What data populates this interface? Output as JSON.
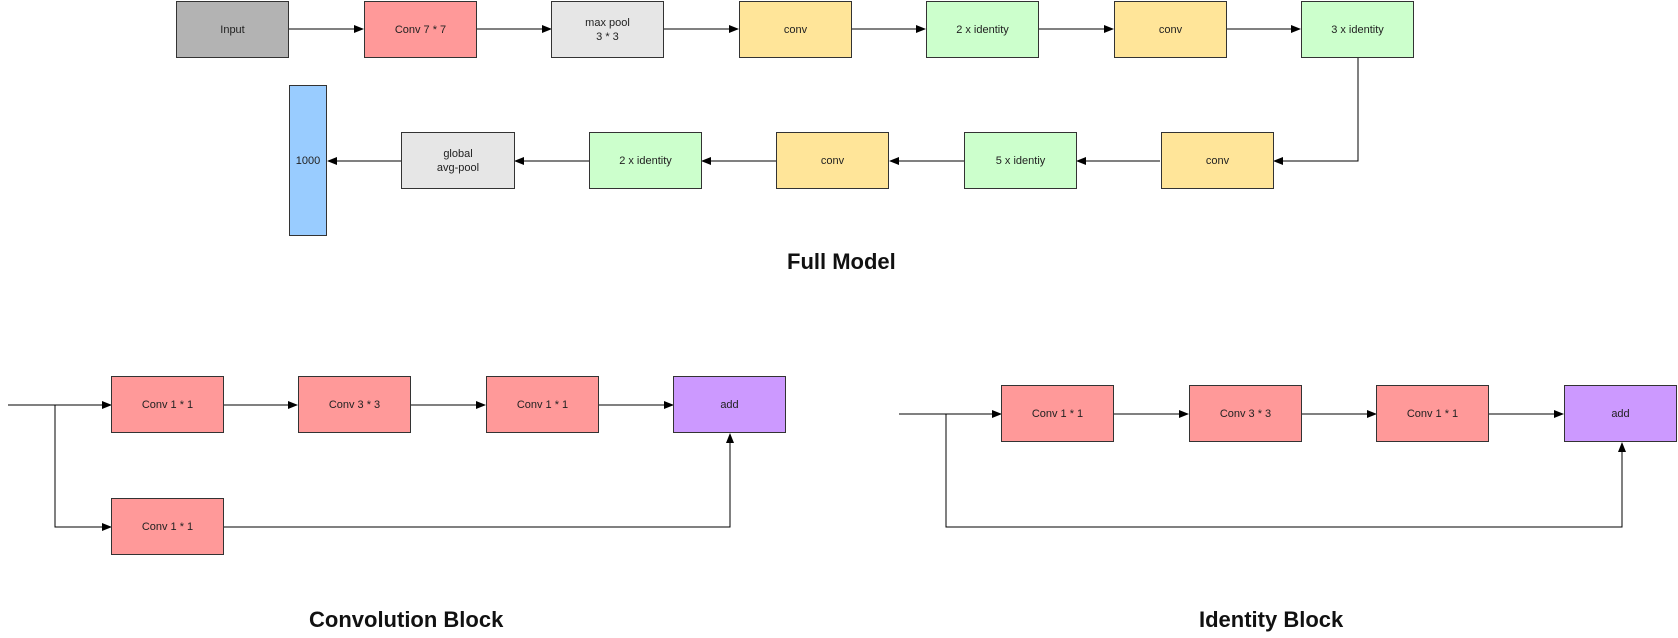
{
  "colors": {
    "input": "#b3b3b3",
    "conv7": "#ff9999",
    "pool": "#e6e6e6",
    "conv": "#ffe599",
    "identity": "#ccffcc",
    "output": "#99ccff",
    "block_conv": "#ff9999",
    "add": "#cc99ff",
    "line": "#000000"
  },
  "full_model": {
    "caption": "Full Model",
    "nodes": {
      "input": "Input",
      "conv7": "Conv 7 * 7",
      "maxpool": "max pool\n3 * 3",
      "conv_a": "conv",
      "identity_2a": "2 x identity",
      "conv_b": "conv",
      "identity_3": "3 x identity",
      "conv_c": "conv",
      "identity_5": "5 x identiy",
      "conv_d": "conv",
      "identity_2b": "2 x identity",
      "avgpool": "global\navg-pool",
      "output": "1000"
    }
  },
  "conv_block": {
    "caption": "Convolution Block",
    "nodes": {
      "c1": "Conv 1 * 1",
      "c2": "Conv 3 * 3",
      "c3": "Conv 1 * 1",
      "add": "add",
      "shortcut": "Conv 1 * 1"
    }
  },
  "identity_block": {
    "caption": "Identity Block",
    "nodes": {
      "c1": "Conv 1 * 1",
      "c2": "Conv 3 * 3",
      "c3": "Conv 1 * 1",
      "add": "add"
    }
  }
}
